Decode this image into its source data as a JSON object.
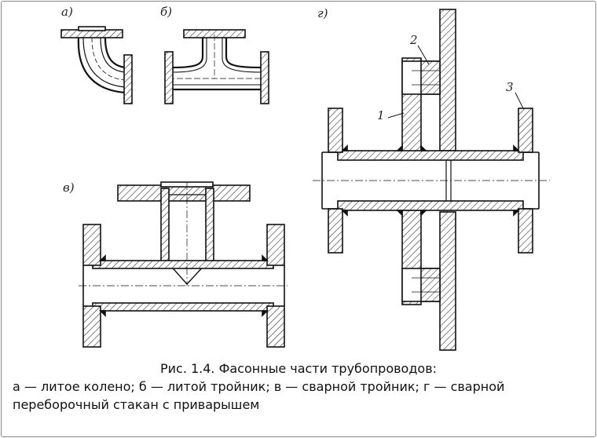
{
  "labels": {
    "a": "а)",
    "b": "б)",
    "v": "в)",
    "g": "г)",
    "n1": "1",
    "n2": "2",
    "n3": "3"
  },
  "caption": {
    "title": "Рис. 1.4. Фасонные части трубопроводов:",
    "text": "а — литое колено; б — литой тройник; в — сварной тройник; г — сварной переборочный стакан с приварышем"
  }
}
